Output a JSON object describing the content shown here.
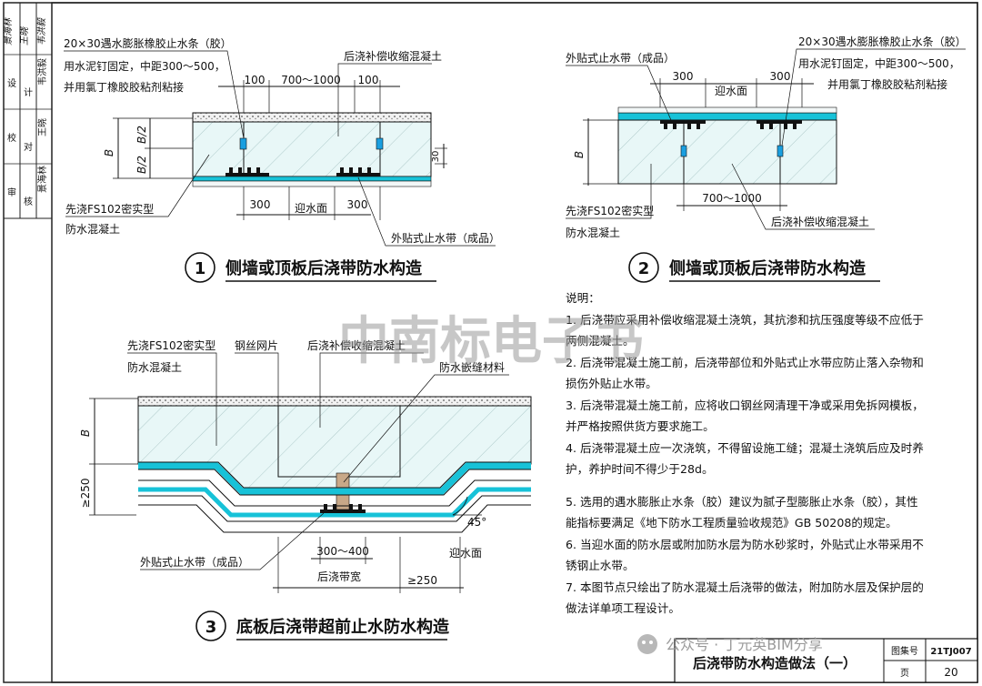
{
  "side_block": {
    "cells_a": [
      "审",
      "校",
      "设"
    ],
    "cells_b": [
      "核",
      "对",
      "计"
    ],
    "names": [
      "景海林",
      "王晓",
      "韦洪毅"
    ],
    "signatures": [
      "景海林",
      "王晓",
      "韦洪毅"
    ]
  },
  "watermark": {
    "text": "中南标电子书"
  },
  "detail1": {
    "num": "1",
    "title": "侧墙或顶板后浇带防水构造",
    "label_strip": "20×30遇水膨胀橡胶止水条（胶）",
    "label_fix_1": "用水泥钉固定，中距300～500，",
    "label_fix_2": "并用氯丁橡胶胶粘剂粘接",
    "label_concrete": "后浇补偿收缩混凝土",
    "dim_100_a": "100",
    "dim_range": "700～1000",
    "dim_100_b": "100",
    "dim_B": "B",
    "dim_B2_a": "B/2",
    "dim_B2_b": "B/2",
    "dim_30": "30",
    "dim_300_a": "300",
    "label_water": "迎水面",
    "dim_300_b": "300",
    "label_first_1": "先浇FS102密实型",
    "label_first_2": "防水混凝土",
    "label_ext": "外贴式止水带（成品）"
  },
  "detail2": {
    "num": "2",
    "title": "侧墙或顶板后浇带防水构造",
    "label_ext": "外贴式止水带（成品）",
    "label_strip": "20×30遇水膨胀橡胶止水条（胶）",
    "label_fix_1": "用水泥钉固定，中距300～500，",
    "label_fix_2": "并用氯丁橡胶胶粘剂粘接",
    "dim_300_a": "300",
    "label_water": "迎水面",
    "dim_300_b": "300",
    "dim_B": "B",
    "dim_range": "700～1000",
    "label_first_1": "先浇FS102密实型",
    "label_first_2": "防水混凝土",
    "label_concrete": "后浇补偿收缩混凝土"
  },
  "detail3": {
    "num": "3",
    "title": "底板后浇带超前止水防水构造",
    "label_first_1": "先浇FS102密实型",
    "label_first_2": "防水混凝土",
    "label_mesh": "钢丝网片",
    "label_concrete": "后浇补偿收缩混凝土",
    "label_seal": "防水嵌缝材料",
    "dim_B": "B",
    "dim_250_a": "≥250",
    "angle": "45°",
    "label_ext": "外贴式止水带（成品）",
    "dim_300_400": "300～400",
    "label_water": "迎水面",
    "label_width": "后浇带宽",
    "dim_250_b": "≥250"
  },
  "notes": {
    "heading": "说明：",
    "lines": [
      "1. 后浇带应采用补偿收缩混凝土浇筑，其抗渗和抗压强度等级不应低于",
      "    两侧混凝土。",
      "2. 后浇带混凝土施工前，后浇带部位和外贴式止水带应防止落入杂物和",
      "    损伤外贴止水带。",
      "3. 后浇带混凝土施工前，应将收口钢丝网清理干净或采用免拆网模板，",
      "    并严格按照供货方要求施工。",
      "4. 后浇带混凝土应一次浇筑，不得留设施工缝；混凝土浇筑后应及时养",
      "    护，养护时间不得少于28d。",
      "5. 选用的遇水膨胀止水条（胶）建议为腻子型膨胀止水条（胶），其性",
      "    能指标要满足《地下防水工程质量验收规范》GB 50208的规定。",
      "6. 当迎水面的防水层或附加防水层为防水砂浆时，外贴式止水带采用不",
      "    锈钢止水带。",
      "7. 本图节点只绘出了防水混凝土后浇带的做法，附加防水层及保护层的",
      "    做法详单项工程设计。"
    ]
  },
  "title_block": {
    "drawing_title": "后浇带防水构造做法（一）",
    "atlas_label": "图集号",
    "atlas_value": "21TJ007",
    "page_label": "页",
    "page_value": "20"
  },
  "wechat": {
    "text": "公众号 · 丁元英BIM分享"
  },
  "colors": {
    "concrete": "#e6f6f6",
    "membrane": "#17c2d8",
    "line": "#111111"
  }
}
